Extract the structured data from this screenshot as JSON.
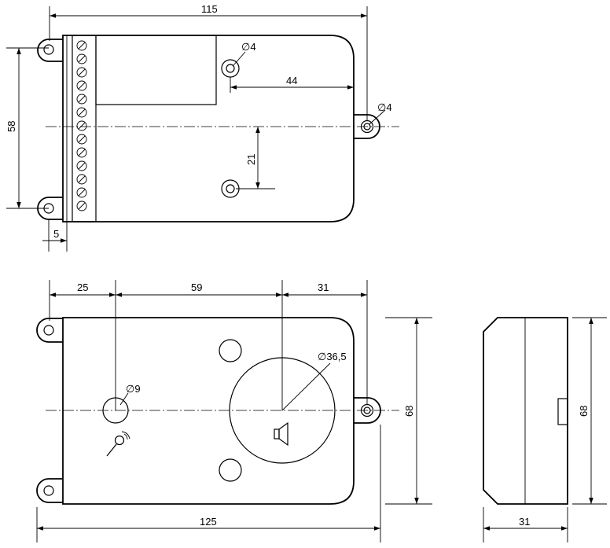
{
  "dimensions": {
    "top_width": "115",
    "hole_dia_a": "∅4",
    "hole_offset": "44",
    "hole_dia_b": "∅4",
    "mount_height": "58",
    "hole_spacing": "21",
    "flange": "5",
    "mic_pos": "25",
    "speaker_pos": "59",
    "right_margin": "31",
    "mic_dia": "∅9",
    "speaker_dia": "∅36,5",
    "front_height": "68",
    "front_width": "125",
    "side_height": "68",
    "side_width": "31"
  }
}
